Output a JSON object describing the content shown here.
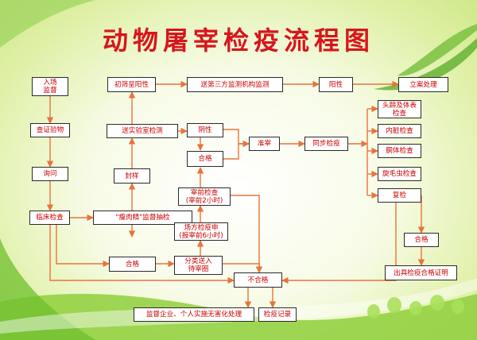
{
  "title": "动物屠宰检疫流程图",
  "colors": {
    "title": "#d8151c",
    "box_text": "#cc0000",
    "box_border": "#2a2a2a",
    "arrow": "#e8733a",
    "bg_green": "#cfe88a"
  },
  "nodes": {
    "entry": "入场\n监督",
    "check_certificate": "查证验物",
    "inquiry": "询问",
    "clinical_exam": "临床检查",
    "initial_screen_positive": "初筛呈阳性",
    "third_party_monitor": "送第三方监测机构监测",
    "positive_1": "阳性",
    "case_handling": "立案处理",
    "lab_test": "送实验室检测",
    "negative": "阴性",
    "qualified_1": "合格",
    "seal_sample": "封样",
    "lean_meat_sampling": "\"瘦肉精\"监督抽检",
    "qualified_2": "合格",
    "sort_to_pen": "分类送入\n待宰圈",
    "pre_slaughter_exam": "宰前检查\n(宰前2小时)",
    "quarantine_declaration": "场方检疫申\n(报宰前6小时)",
    "slaughter_permit": "准宰",
    "sync_quarantine": "同步检疫",
    "head_hoof": "头蹄及体表\n检查",
    "viscera": "内脏检查",
    "carcass": "胴体检查",
    "trichinella": "旋毛虫检查",
    "recheck": "复检",
    "qualified_3": "合格",
    "issue_certificate": "出具检疫合格证明",
    "unqualified": "不合格",
    "harmless_treatment": "监督企业、个人实施无害化处理",
    "quarantine_record": "检疫记录"
  }
}
